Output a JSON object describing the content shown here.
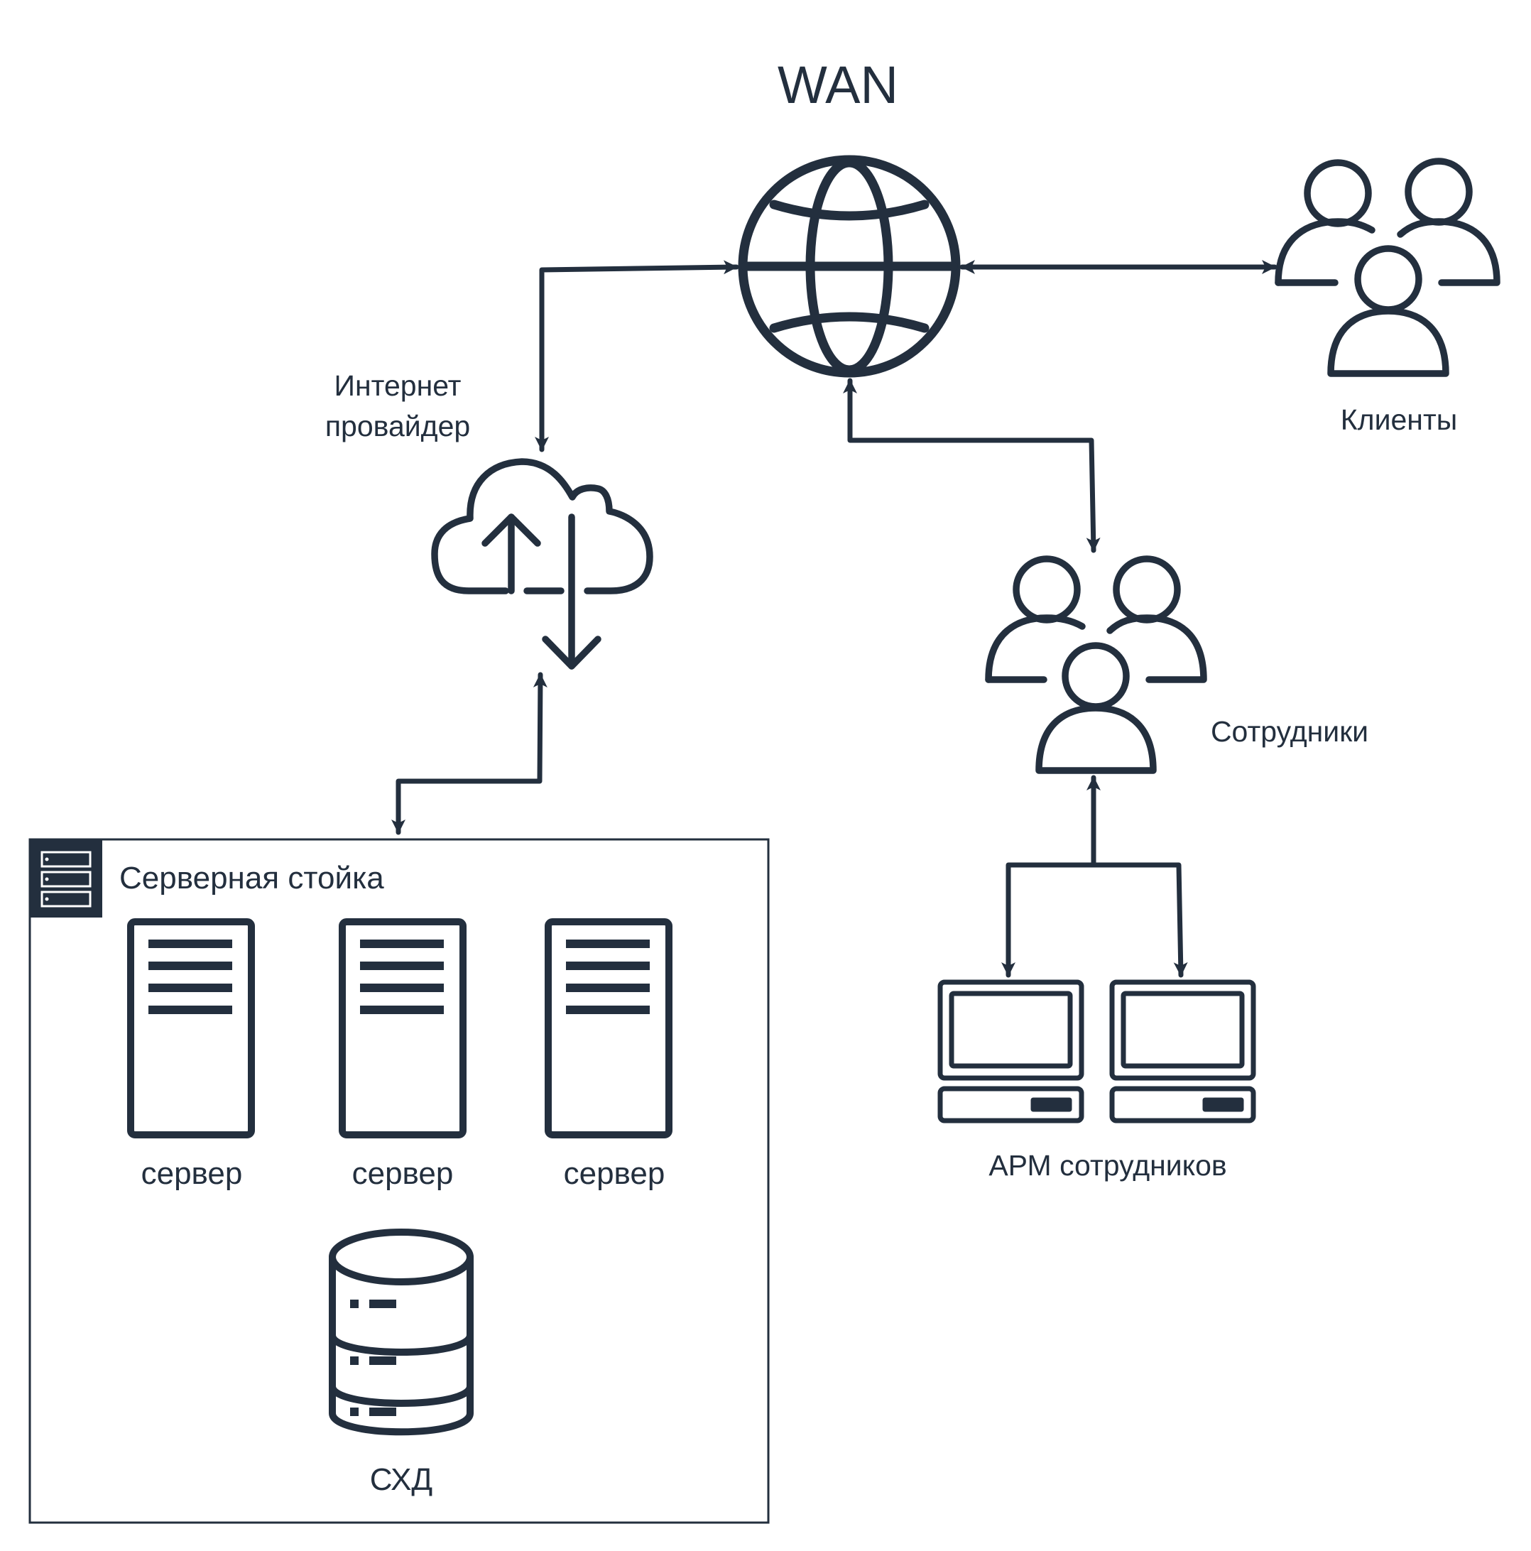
{
  "labels": {
    "wan": "WAN",
    "provider_line1": "Интернет",
    "provider_line2": "провайдер",
    "clients": "Клиенты",
    "employees": "Сотрудники",
    "rack_title": "Серверная стойка",
    "server1": "сервер",
    "server2": "сервер",
    "server3": "сервер",
    "storage": "СХД",
    "workstations": "АРМ сотрудников"
  },
  "icons": [
    "globe-icon",
    "users-icon",
    "cloud-upload-download-icon",
    "server-rack-icon",
    "server-icon",
    "database-icon",
    "desktop-computer-icon"
  ],
  "colors": {
    "ink": "#232f3e",
    "background": "#ffffff"
  }
}
